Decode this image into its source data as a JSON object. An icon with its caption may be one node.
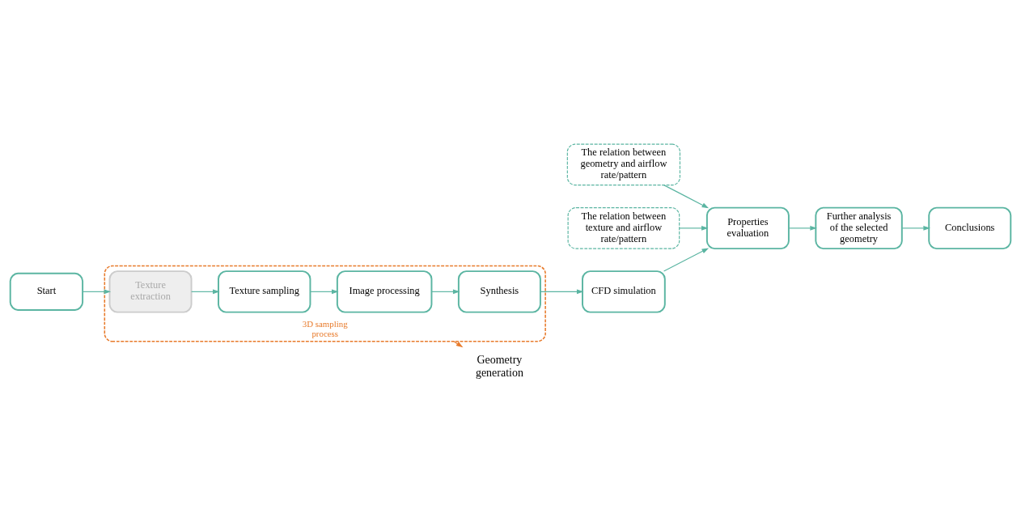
{
  "diagram": {
    "nodes": [
      {
        "text": [
          "3D sampling process"
        ]
      },
      {
        "text": [
          "Start"
        ]
      },
      {
        "text": [
          "Texture extraction"
        ],
        "in": 0
      },
      {
        "text": [
          "Texture sampling"
        ],
        "in": 0
      },
      {
        "text": [
          "Image processing"
        ],
        "in": 0
      },
      {
        "text": [
          "Synthesis"
        ],
        "in": 0
      },
      {
        "text": [
          "CFD simulation"
        ]
      },
      {
        "text": [
          "Properties evaluation"
        ]
      },
      {
        "text": [
          "Further analysis of the selected geometry"
        ]
      },
      {
        "text": [
          "Conclusions"
        ]
      },
      {
        "text": [
          "The relation between geometry and airflow rate/pattern"
        ]
      },
      {
        "text": [
          "The relation between texture and airflow rate/pattern"
        ]
      },
      {
        "text": [
          "Geometry generation"
        ]
      }
    ],
    "edges": [
      {
        "from": 1,
        "to": 2,
        "arrow": "to"
      },
      {
        "from": 2,
        "to": 3,
        "arrow": "to"
      },
      {
        "from": 3,
        "to": 4,
        "arrow": "to"
      },
      {
        "from": 4,
        "to": 5,
        "arrow": "to"
      },
      {
        "from": 5,
        "to": 6,
        "arrow": "to"
      },
      {
        "from": 6,
        "to": 7,
        "arrow": "to"
      },
      {
        "from": 7,
        "to": 8,
        "arrow": "to"
      },
      {
        "from": 8,
        "to": 9,
        "arrow": "to"
      },
      {
        "from": 10,
        "to": 7,
        "arrow": "to"
      },
      {
        "from": 11,
        "to": 7,
        "arrow": "to"
      },
      {
        "from": 0,
        "to": 12,
        "arrow": "to",
        "color": "#e87b2c"
      }
    ]
  }
}
